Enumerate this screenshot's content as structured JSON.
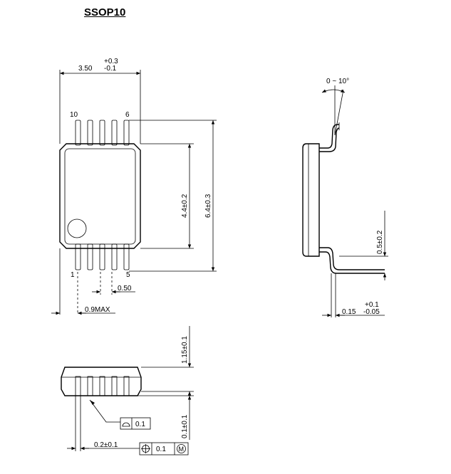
{
  "title": "SSOP10",
  "top_view": {
    "width_nominal": "3.50",
    "width_tol_plus": "+0.3",
    "width_tol_minus": "-0.1",
    "pin_top_left": "10",
    "pin_top_right": "6",
    "pin_bottom_left": "1",
    "pin_bottom_right": "5",
    "body_height": "4.4±0.2",
    "overall_height": "6.4±0.3",
    "pitch": "0.50",
    "end_max": "0.9MAX"
  },
  "side_view": {
    "angle": "0 ~ 10°",
    "foot_length": "0.5±0.2",
    "lead_thk_nominal": "0.15",
    "lead_thk_plus": "+0.1",
    "lead_thk_minus": "-0.05"
  },
  "front_view": {
    "height": "1.15±0.1",
    "standoff": "0.1±0.1",
    "lead_width": "0.2±0.1",
    "flatness_value": "0.1",
    "position_value": "0.1",
    "mmc_symbol": "M"
  }
}
